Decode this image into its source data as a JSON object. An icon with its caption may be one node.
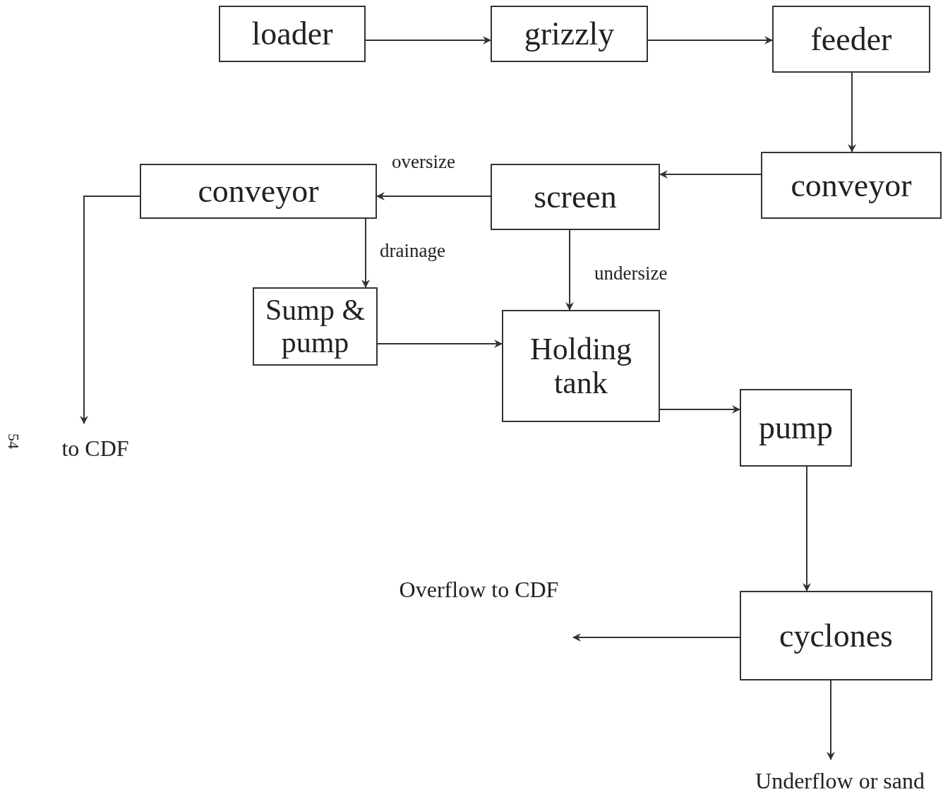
{
  "diagram": {
    "nodes": [
      {
        "text": [
          "loader"
        ]
      },
      {
        "text": [
          "grizzly"
        ]
      },
      {
        "text": [
          "feeder"
        ]
      },
      {
        "text": [
          "conveyor"
        ]
      },
      {
        "text": [
          "screen"
        ]
      },
      {
        "text": [
          "conveyor"
        ]
      },
      {
        "text": [
          "Sump & pump"
        ]
      },
      {
        "text": [
          "Holding tank"
        ]
      },
      {
        "text": [
          "pump"
        ]
      },
      {
        "text": [
          "cyclones"
        ]
      },
      {
        "text": [
          "to CDF"
        ]
      },
      {
        "text": [
          "Overflow to CDF"
        ]
      },
      {
        "text": [
          "Underflow or sand"
        ]
      }
    ],
    "edges": [
      {
        "from": 0,
        "to": 1,
        "arrow": "to"
      },
      {
        "from": 1,
        "to": 2,
        "arrow": "to"
      },
      {
        "from": 2,
        "to": 3,
        "arrow": "to"
      },
      {
        "from": 3,
        "to": 4,
        "arrow": "to"
      },
      {
        "from": 4,
        "to": 5,
        "arrow": "to",
        "label": "oversize"
      },
      {
        "from": 5,
        "to": 6,
        "arrow": "to",
        "label": "drainage"
      },
      {
        "from": 4,
        "to": 7,
        "arrow": "to",
        "label": "undersize"
      },
      {
        "from": 6,
        "to": 7,
        "arrow": "to"
      },
      {
        "from": 7,
        "to": 8,
        "arrow": "to"
      },
      {
        "from": 8,
        "to": 9,
        "arrow": "to"
      },
      {
        "from": 5,
        "to": 10,
        "arrow": "to"
      },
      {
        "from": 9,
        "to": 11,
        "arrow": "to"
      },
      {
        "from": 9,
        "to": 12,
        "arrow": "to"
      }
    ],
    "labels": [
      "54"
    ]
  }
}
